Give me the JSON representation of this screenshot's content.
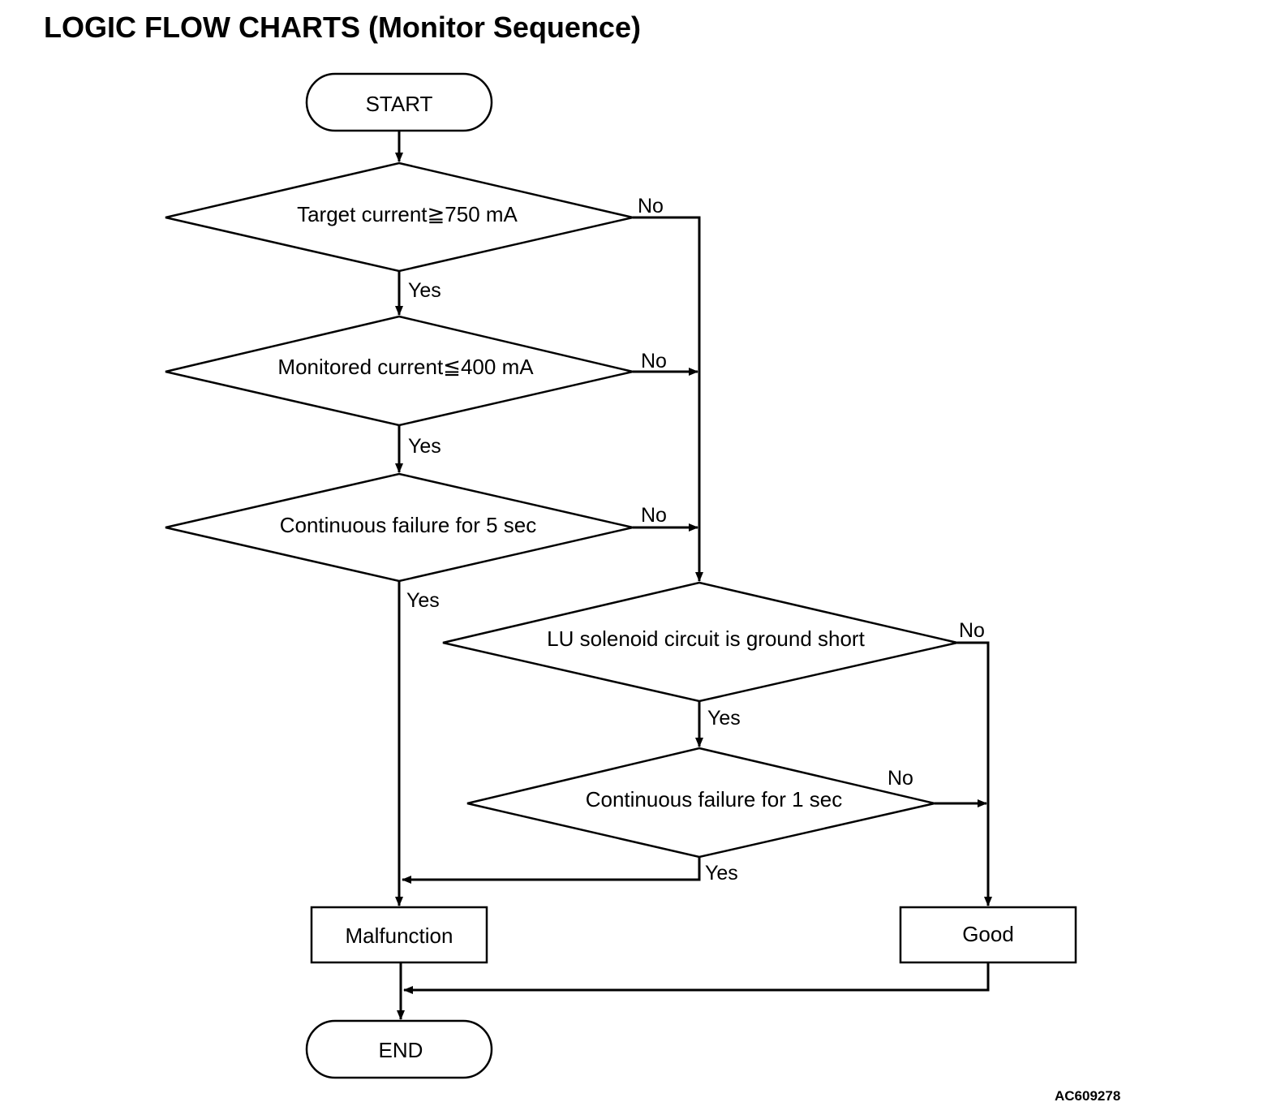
{
  "title": "LOGIC FLOW CHARTS (Monitor Sequence)",
  "reference_code": "AC609278",
  "nodes": {
    "start": "START",
    "target_current": "Target current≧750 mA",
    "monitored_current": "Monitored current≦400 mA",
    "failure_5_sec": "Continuous failure for 5 sec",
    "lu_solenoid": "LU solenoid circuit is ground short",
    "failure_1_sec": "Continuous failure for 1 sec",
    "malfunction": "Malfunction",
    "good": "Good",
    "end": "END"
  },
  "edges": {
    "target_no": "No",
    "target_yes": "Yes",
    "monitored_no": "No",
    "monitored_yes": "Yes",
    "failure5_no": "No",
    "failure5_yes": "Yes",
    "lu_no": "No",
    "lu_yes": "Yes",
    "failure1_no": "No",
    "failure1_yes": "Yes"
  }
}
